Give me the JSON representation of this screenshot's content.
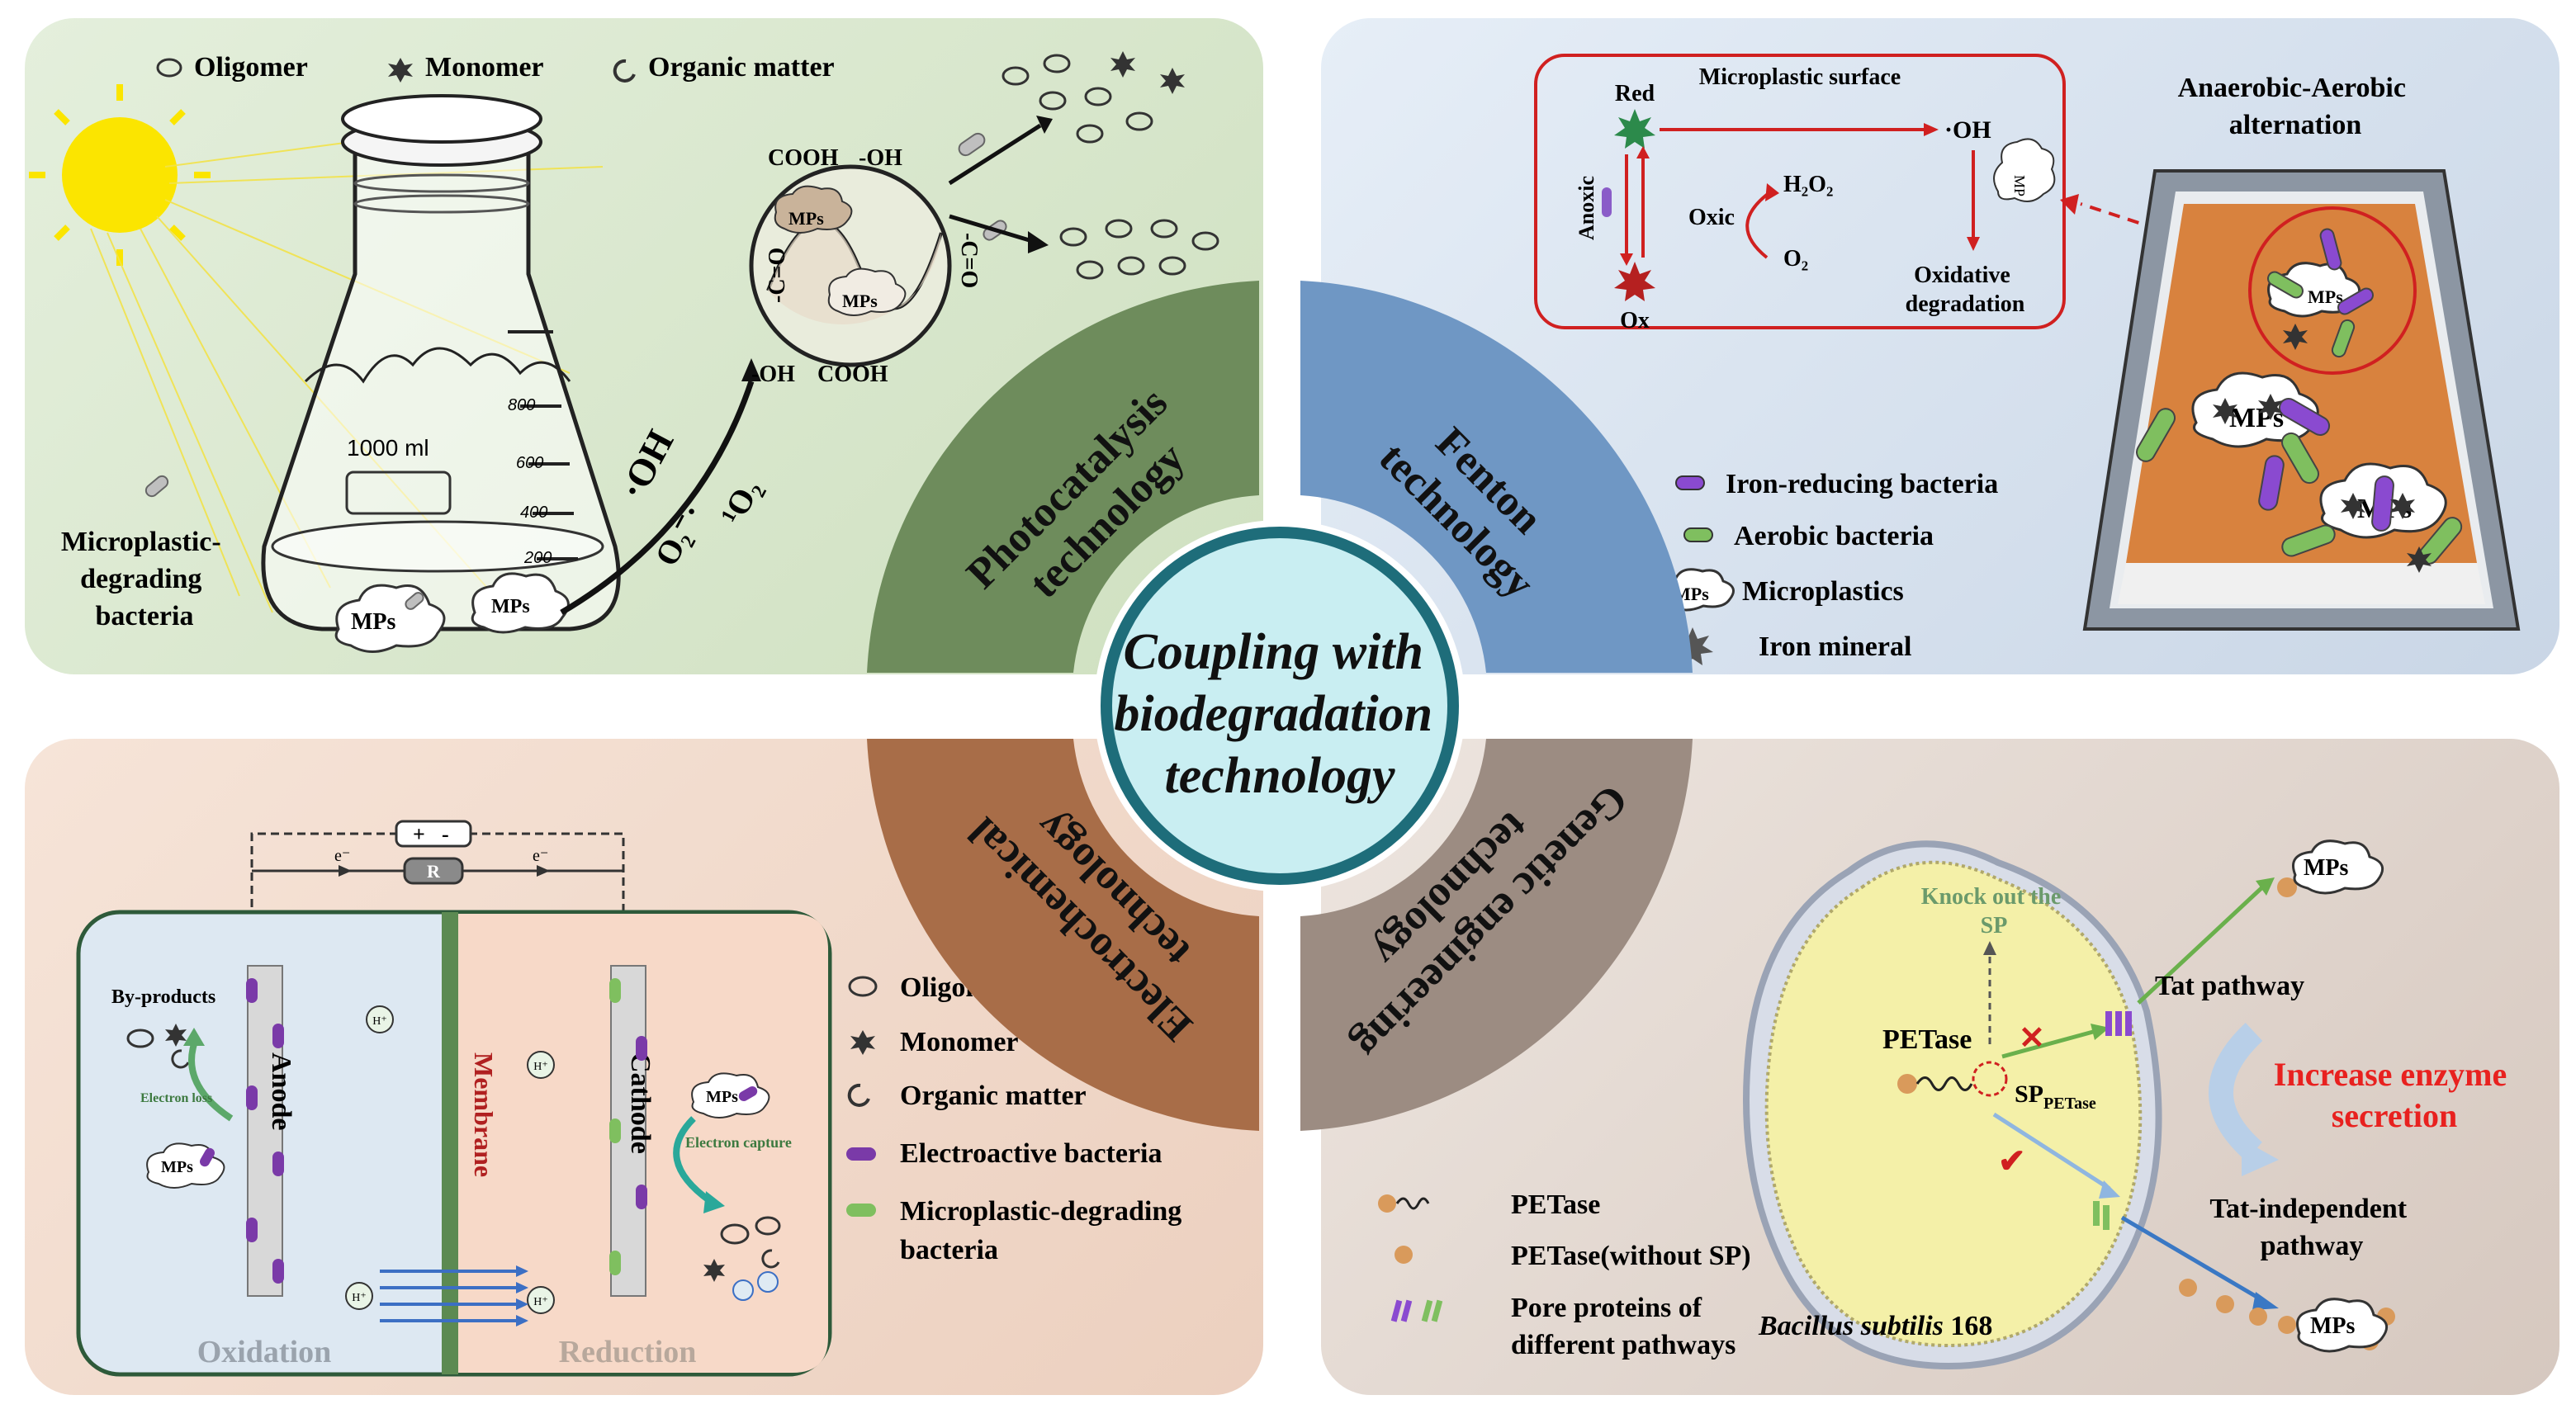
{
  "center": {
    "line1": "Coupling with",
    "line2": "biodegradation",
    "line3": "technology"
  },
  "arcs": {
    "photocatalysis": [
      "Photocatalysis",
      "technology"
    ],
    "fenton": [
      "Fenton",
      "technology"
    ],
    "electrochemical": [
      "Electrochemical",
      "technology"
    ],
    "genetic": [
      "Genetic engineering",
      "technology"
    ]
  },
  "photocatalysis": {
    "legend": {
      "oligomer": "Oligomer",
      "monomer": "Monomer",
      "organic": "Organic matter"
    },
    "flask_volume": "1000 ml",
    "grad_800a": "800",
    "grad_600": "600",
    "grad_400": "400",
    "grad_200": "200",
    "mps": "MPs",
    "bacteria_label": [
      "Microplastic-",
      "degrading",
      "bacteria"
    ],
    "oh_radical": "·OH",
    "superoxide": "O₂⁻·",
    "singlet_oxygen": "¹O₂",
    "cooh": "COOH",
    "oh": "-OH",
    "co": "-C=O",
    "dash": "-"
  },
  "fenton": {
    "surface_title": "Microplastic surface",
    "red": "Red",
    "ox": "Ox",
    "anoxic": "Anoxic",
    "oxic": "Oxic",
    "h2o2": "H₂O₂",
    "o2": "O₂",
    "oh": "·OH",
    "mp": "MP",
    "oxidative": [
      "Oxidative",
      "degradation"
    ],
    "alternation": [
      "Anaerobic-Aerobic",
      "alternation"
    ],
    "mps": "MPs",
    "legend": {
      "iron_reducing": "Iron-reducing bacteria",
      "aerobic": "Aerobic bacteria",
      "microplastics": "Microplastics",
      "iron_mineral": "Iron mineral"
    }
  },
  "electrochemical": {
    "plus": "+",
    "minus": "-",
    "resistor": "R",
    "electron": "e⁻",
    "anode": "Anode",
    "cathode": "Cathode",
    "membrane": "Membrane",
    "byproducts": "By-products",
    "electron_loss": "Electron loss",
    "electron_capture": "Electron capture",
    "hplus": "H⁺",
    "oxidation": "Oxidation",
    "reduction": "Reduction",
    "mps": "MPs",
    "legend": {
      "oligomer": "Oligomer",
      "monomer": "Monomer",
      "organic": "Organic matter",
      "electroactive": "Electroactive bacteria",
      "degrading": [
        "Microplastic-degrading",
        "bacteria"
      ]
    }
  },
  "genetic": {
    "knockout": [
      "Knock out the",
      "SP"
    ],
    "petase": "PETase",
    "sp_petase_main": "SP",
    "sp_petase_sub": "PETase",
    "tat_pathway": "Tat pathway",
    "increase": [
      "Increase enzyme",
      "secretion"
    ],
    "tat_independent": [
      "Tat-independent",
      "pathway"
    ],
    "species_italic": "Bacillus subtilis",
    "species_strain": " 168",
    "mps": "MPs",
    "legend": {
      "petase": "PETase",
      "petase_nosp": "PETase(without SP)",
      "pores": [
        "Pore proteins of",
        "different pathways"
      ]
    }
  },
  "colors": {
    "photocatalysis_arc": "#6e8c5c",
    "fenton_arc": "#6f97c4",
    "electrochemical_arc": "#a86d48",
    "genetic_arc": "#9c8c82",
    "center_fill": "#c9eef2",
    "center_ring": "#1e6d7a",
    "red_box": "#d02020",
    "increase_text": "#e8211f"
  }
}
